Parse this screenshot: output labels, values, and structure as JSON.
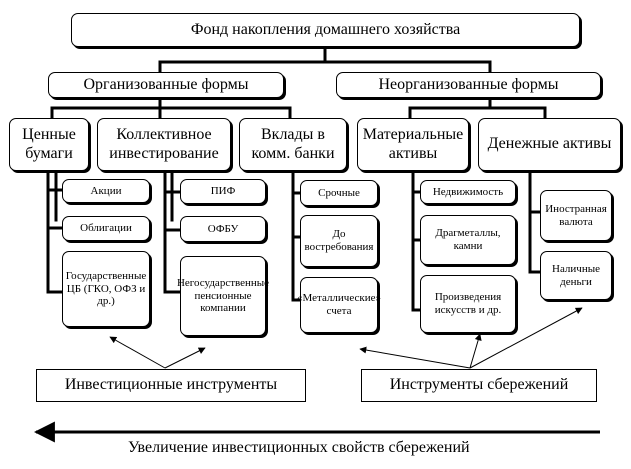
{
  "title": "Фонд накопления домашнего хозяйства",
  "branches": {
    "organized": "Организованные формы",
    "unorganized": "Неорганизованные формы"
  },
  "categories": {
    "securities": "Ценные бумаги",
    "collective": "Коллективное инвестирование",
    "deposits": "Вклады в комм. банки",
    "material": "Материальные активы",
    "money": "Денежные активы"
  },
  "leaves": {
    "shares": "Акции",
    "bonds": "Облигации",
    "state_securities": "Государственные ЦБ (ГКО, ОФЗ и др.)",
    "pif": "ПИФ",
    "ofbu": "ОФБУ",
    "npf": "Негосударственные пенсионные компании",
    "term": "Срочные",
    "demand": "До востребования",
    "metal_accounts": "«Металлические» счета",
    "real_estate": "Недвижимость",
    "precious": "Драгметаллы, камни",
    "art": "Произведения искусств и др.",
    "fx": "Иностранная валюта",
    "cash": "Наличные деньги"
  },
  "instruments": {
    "investment": "Инвестиционные инструменты",
    "savings": "Инструменты сбережений"
  },
  "axis_caption": "Увеличение инвестиционных свойств сбережений"
}
